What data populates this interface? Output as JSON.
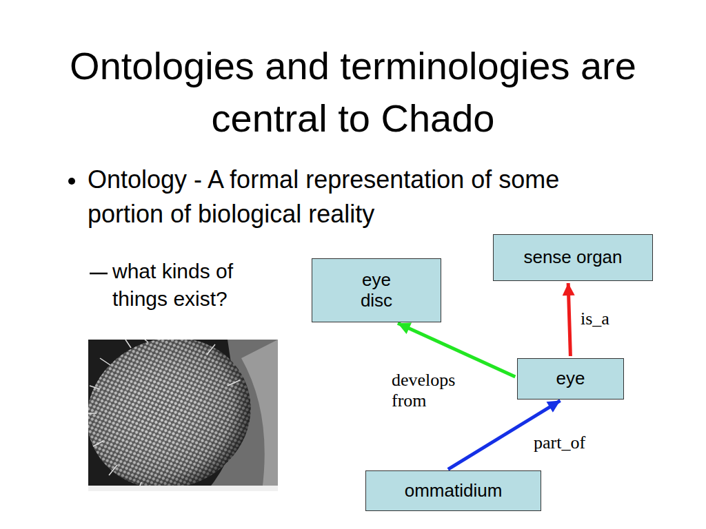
{
  "diagram": {
    "title": "Ontologies and terminologies are central to Chado",
    "nodes": [
      {
        "text": [
          "sense organ"
        ]
      },
      {
        "text": [
          "eye disc"
        ]
      },
      {
        "text": [
          "eye"
        ]
      },
      {
        "text": [
          "ommatidium"
        ]
      }
    ],
    "edges": [
      {
        "from": 2,
        "to": 0,
        "arrow": "to",
        "label": "is_a"
      },
      {
        "from": 2,
        "to": 1,
        "arrow": "to",
        "label": "develops from"
      },
      {
        "from": 3,
        "to": 2,
        "arrow": "to",
        "label": "part_of"
      }
    ],
    "labels": [
      "Ontology - A formal representation of some portion of biological reality",
      "what kinds of things exist?"
    ]
  }
}
